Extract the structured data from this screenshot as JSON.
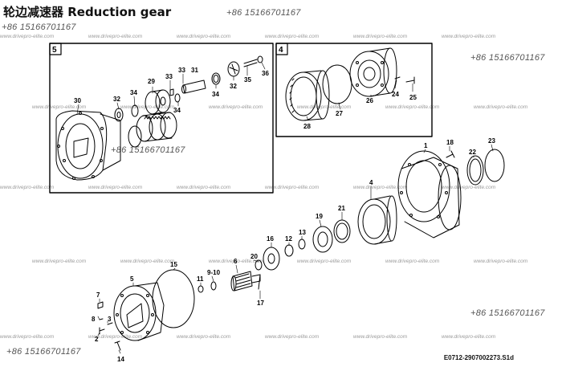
{
  "title": "轮边减速器  Reduction gear",
  "phones": [
    "+86 15166701167",
    "+86 15166701167",
    "+86 15166701167",
    "+86 15166701167",
    "+86 15166701167",
    "+86 15166701167"
  ],
  "watermark": "www.drivepro-elite.com",
  "footer_code": "E0712-2907002273.S1d",
  "boxes": {
    "left": "5",
    "right": "4"
  },
  "parts": {
    "p30": "30",
    "p29": "29",
    "p33a": "33",
    "p31": "31",
    "p32a": "32",
    "p34a": "34",
    "p32b": "32",
    "p34b": "34",
    "p34c": "34",
    "p33b": "33",
    "p35": "35",
    "p36": "36",
    "p28": "28",
    "p27": "27",
    "p26": "26",
    "p24": "24",
    "p25": "25",
    "p1": "1",
    "p18": "18",
    "p22": "22",
    "p23": "23",
    "p4": "4",
    "p21": "21",
    "p19": "19",
    "p13": "13",
    "p12": "12",
    "p16": "16",
    "p20": "20",
    "p6": "6",
    "p17": "17",
    "p15": "15",
    "p910": "9-10",
    "p11": "11",
    "p5": "5",
    "p7": "7",
    "p8": "8",
    "p3": "3",
    "p2": "2",
    "p14": "14"
  }
}
